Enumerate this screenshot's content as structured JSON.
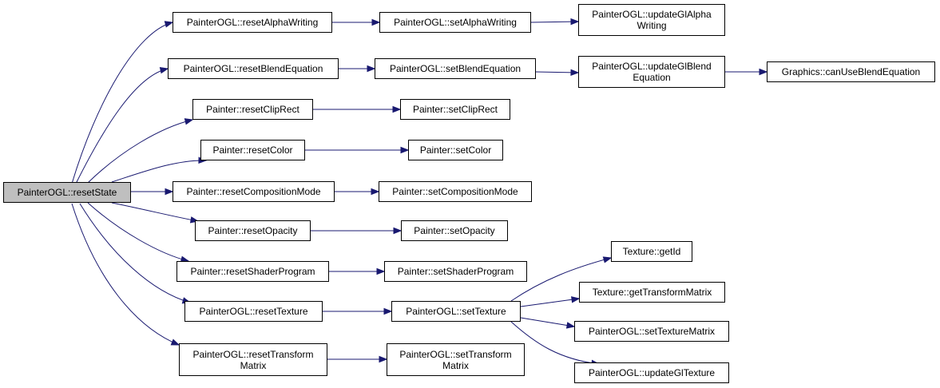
{
  "nodes": {
    "resetState": "PainterOGL::resetState",
    "resetAlphaWriting": "PainterOGL::resetAlphaWriting",
    "setAlphaWriting": "PainterOGL::setAlphaWriting",
    "updateGlAlphaWriting": "PainterOGL::updateGlAlpha\nWriting",
    "resetBlendEquation": "PainterOGL::resetBlendEquation",
    "setBlendEquation": "PainterOGL::setBlendEquation",
    "updateGlBlendEquation": "PainterOGL::updateGlBlend\nEquation",
    "canUseBlendEquation": "Graphics::canUseBlendEquation",
    "resetClipRect": "Painter::resetClipRect",
    "setClipRect": "Painter::setClipRect",
    "resetColor": "Painter::resetColor",
    "setColor": "Painter::setColor",
    "resetCompositionMode": "Painter::resetCompositionMode",
    "setCompositionMode": "Painter::setCompositionMode",
    "resetOpacity": "Painter::resetOpacity",
    "setOpacity": "Painter::setOpacity",
    "resetShaderProgram": "Painter::resetShaderProgram",
    "setShaderProgram": "Painter::setShaderProgram",
    "resetTexture": "PainterOGL::resetTexture",
    "setTexture": "PainterOGL::setTexture",
    "getId": "Texture::getId",
    "getTransformMatrix": "Texture::getTransformMatrix",
    "setTextureMatrix": "PainterOGL::setTextureMatrix",
    "updateGlTexture": "PainterOGL::updateGlTexture",
    "resetTransformMatrix": "PainterOGL::resetTransform\nMatrix",
    "setTransformMatrix": "PainterOGL::setTransform\nMatrix"
  },
  "colors": {
    "edge": "#191970",
    "root_fill": "#bfbfbf",
    "node_fill": "#ffffff"
  }
}
